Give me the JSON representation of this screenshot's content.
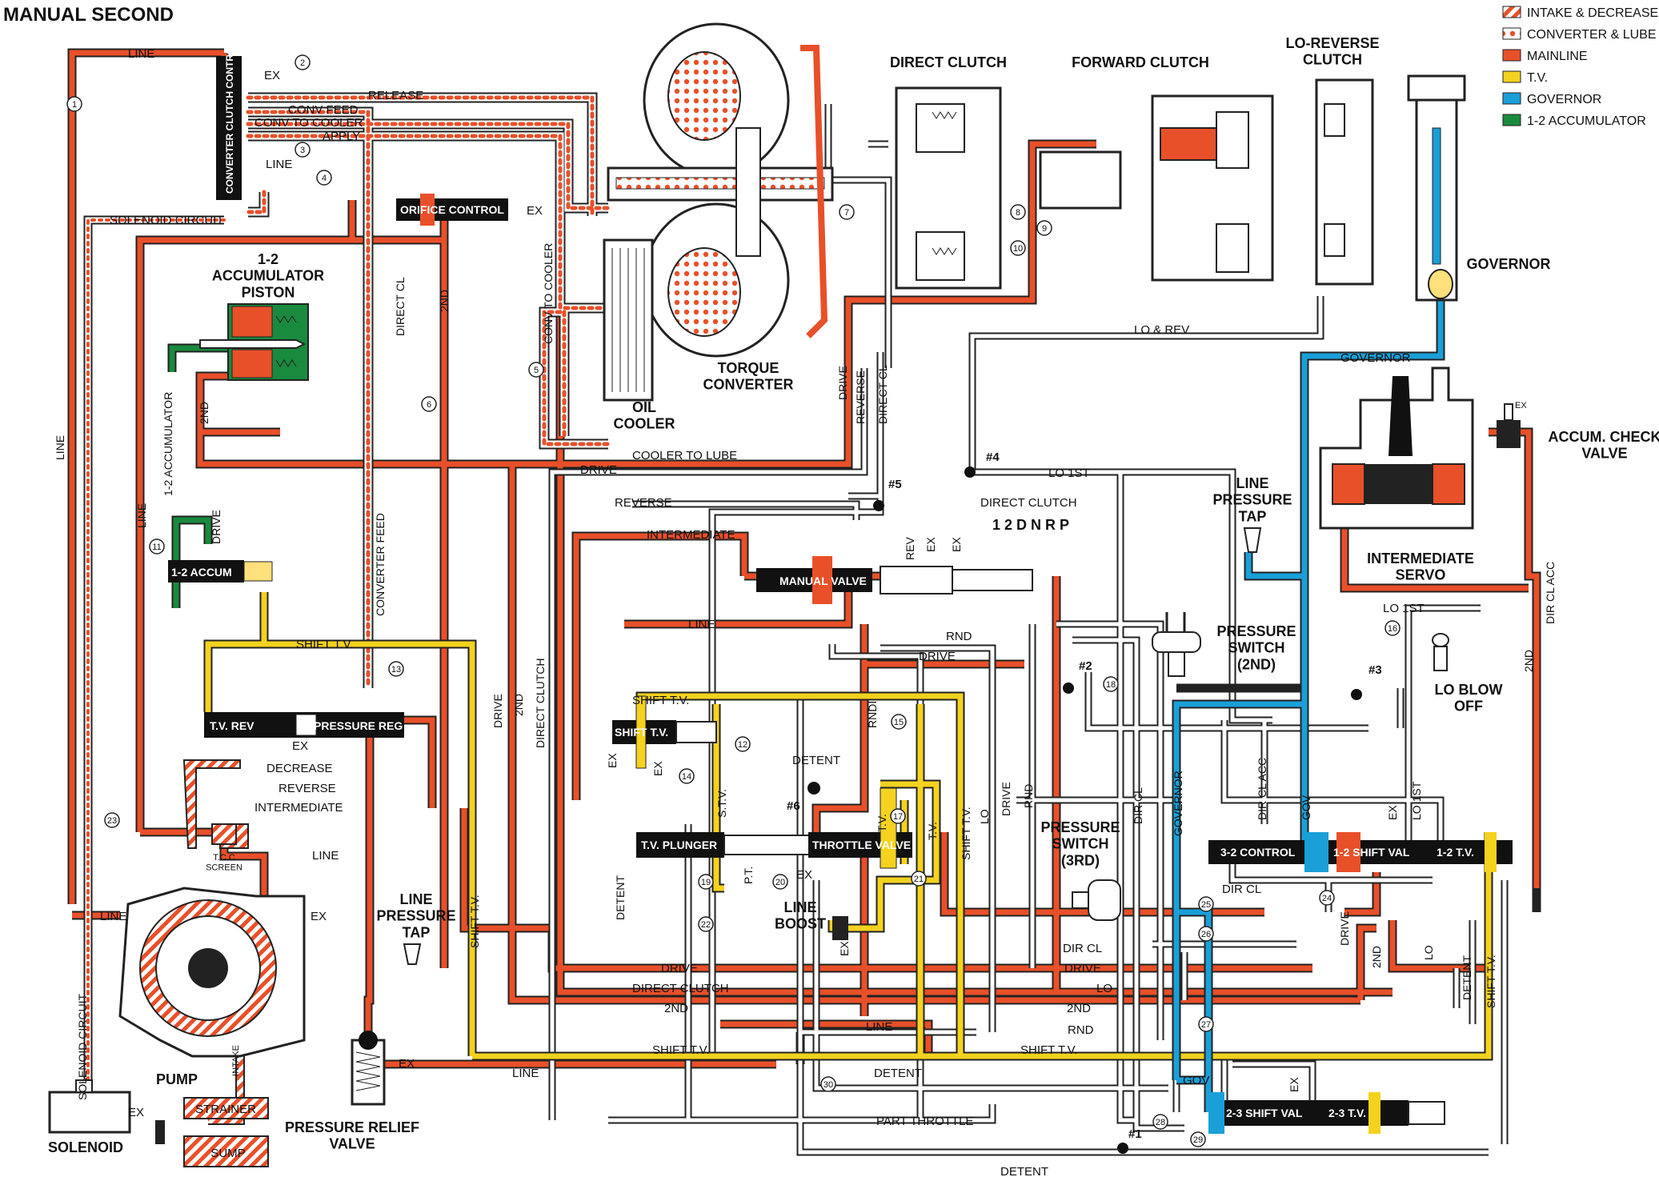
{
  "title": "MANUAL SECOND",
  "legend": [
    {
      "label": "INTAKE & DECREASE",
      "swatch": "hatch-red",
      "color": "#e8502a"
    },
    {
      "label": "CONVERTER & LUBE",
      "swatch": "dots",
      "color": "#e8502a"
    },
    {
      "label": "MAINLINE",
      "swatch": "solid",
      "color": "#e8502a"
    },
    {
      "label": "T.V.",
      "swatch": "solid",
      "color": "#f4d21f"
    },
    {
      "label": "GOVERNOR",
      "swatch": "solid",
      "color": "#1a9fd8"
    },
    {
      "label": "1-2 ACCUMULATOR",
      "swatch": "solid",
      "color": "#1a8a3f"
    }
  ],
  "colors": {
    "mainline": "#e8502a",
    "tv": "#f4d21f",
    "governor": "#1a9fd8",
    "accumulator": "#1a8a3f",
    "line_outline": "#222222"
  },
  "components": {
    "torque_converter": "TORQUE\nCONVERTER",
    "direct_clutch": "DIRECT CLUTCH",
    "forward_clutch": "FORWARD CLUTCH",
    "lo_reverse_clutch": "LO-REVERSE\nCLUTCH",
    "governor": "GOVERNOR",
    "accumulator_piston": "1-2\nACCUMULATOR\nPISTON",
    "oil_cooler": "OIL\nCOOLER",
    "accum_check_valve": "ACCUM. CHECK\nVALVE",
    "line_pressure_tap_right": "LINE\nPRESSURE\nTAP",
    "intermediate_servo": "INTERMEDIATE\nSERVO",
    "pressure_switch_2nd": "PRESSURE\nSWITCH\n(2ND)",
    "lo_blow_off": "LO BLOW\nOFF",
    "pressure_switch_3rd": "PRESSURE\nSWITCH\n(3RD)",
    "line_boost": "LINE\nBOOST",
    "line_pressure_tap_left": "LINE\nPRESSURE\nTAP",
    "pressure_relief_valve": "PRESSURE RELIEF\nVALVE",
    "pump": "PUMP",
    "solenoid": "SOLENOID",
    "strainer": "STRAINER",
    "sump": "SUMP",
    "tcc_screen": "T.C.C\nSCREEN",
    "intake": "INTAKE"
  },
  "valves": {
    "converter_clutch_control": "CONVERTER CLUTCH CONTROL",
    "orifice_control": "ORIFICE CONTROL",
    "accum_1_2": "1-2 ACCUM",
    "manual_valve": "MANUAL VALVE",
    "shift_tv": "SHIFT T.V.",
    "tv_rev": "T.V. REV",
    "pressure_reg": "PRESSURE REG",
    "tv_plunger": "T.V. PLUNGER",
    "throttle_valve": "THROTTLE VALVE",
    "control_3_2": "3-2 CONTROL",
    "shift_val_1_2": "1-2 SHIFT VAL",
    "tv_1_2": "1-2 T.V.",
    "shift_val_2_3": "2-3 SHIFT VAL",
    "tv_2_3": "2-3 T.V."
  },
  "gear_selector": "1 2 D N R P",
  "check_balls": [
    "#1",
    "#2",
    "#3",
    "#4",
    "#5",
    "#6"
  ],
  "passage_labels": {
    "line": "LINE",
    "ex": "EX",
    "release": "RELEASE",
    "conv_feed": "CONV FEED",
    "conv_to_cooler": "CONV TO COOLER",
    "apply": "APPLY",
    "solenoid_circuit": "SOLENOID CIRCUIT",
    "second": "2ND",
    "direct_cl": "DIRECT CL",
    "drive": "DRIVE",
    "reverse": "REVERSE",
    "cooler_to_lube": "COOLER TO LUBE",
    "lo_rev": "LO & REV",
    "lo_1st": "LO 1ST",
    "direct_clutch": "DIRECT CLUTCH",
    "intermediate": "INTERMEDIATE",
    "accum_1_2": "1-2 ACCUMULATOR",
    "converter_feed": "CONVERTER FEED",
    "shift_tv": "SHIFT T.V.",
    "decrease": "DECREASE",
    "rnd": "RND",
    "rndi": "RNDI",
    "detent": "DETENT",
    "lo": "LO",
    "stv": "S.T.V.",
    "tv": "T.V.",
    "pt": "P.T.",
    "governor": "GOVERNOR",
    "gov": "GOV",
    "dir_cl_acc": "DIR CL ACC",
    "dir_cl": "DIR CL",
    "part_throttle": "PART THROTTLE",
    "rev": "REV",
    "line_1st": "LO 1ST"
  },
  "numbered_ports": [
    "1",
    "2",
    "3",
    "4",
    "5",
    "6",
    "7",
    "8",
    "9",
    "10",
    "11",
    "12",
    "13",
    "14",
    "15",
    "16",
    "17",
    "18",
    "19",
    "20",
    "21",
    "22",
    "23",
    "24",
    "25",
    "26",
    "27",
    "28",
    "29",
    "30"
  ]
}
